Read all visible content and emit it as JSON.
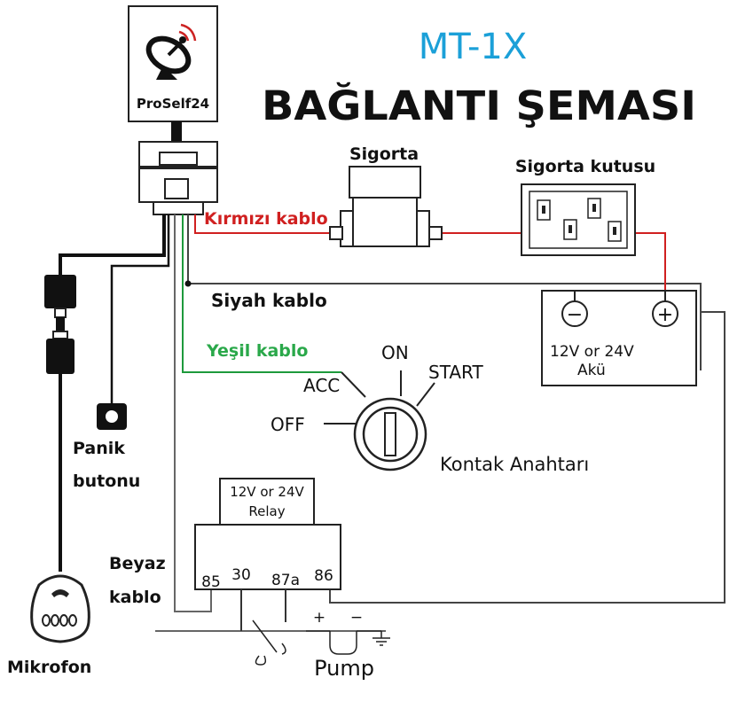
{
  "title": {
    "model": "MT-1X",
    "heading": "BAĞLANTI ŞEMASI"
  },
  "device": {
    "brand": "ProSelf24"
  },
  "labels": {
    "sigorta": "Sigorta",
    "sigorta_kutusu": "Sigorta kutusu",
    "kirmizi_kablo": "Kırmızı kablo",
    "siyah_kablo": "Siyah kablo",
    "yesil_kablo": "Yeşil kablo",
    "aku_voltage": "12V or 24V",
    "aku": "Akü",
    "panik_line1": "Panik",
    "panik_line2": "butonu",
    "beyaz_line1": "Beyaz",
    "beyaz_line2": "kablo",
    "mikrofon": "Mikrofon",
    "kontak_anahtari": "Kontak Anahtarı",
    "pump": "Pump"
  },
  "ignition": {
    "positions": [
      "OFF",
      "ACC",
      "ON",
      "START"
    ]
  },
  "relay": {
    "rating_line1": "12V or 24V",
    "rating_line2": "Relay",
    "pins": [
      "85",
      "30",
      "87a",
      "86"
    ]
  },
  "battery": {
    "minus_symbol": "−",
    "plus_symbol": "+"
  },
  "pump_terminals": {
    "plus": "+",
    "minus": "−"
  },
  "colors": {
    "title_blue": "#1ba0d8",
    "red_wire": "#d02020",
    "green_wire": "#1e9a3c",
    "green_text": "#2aa84a",
    "black": "#111111",
    "grey_wire": "#666666"
  }
}
